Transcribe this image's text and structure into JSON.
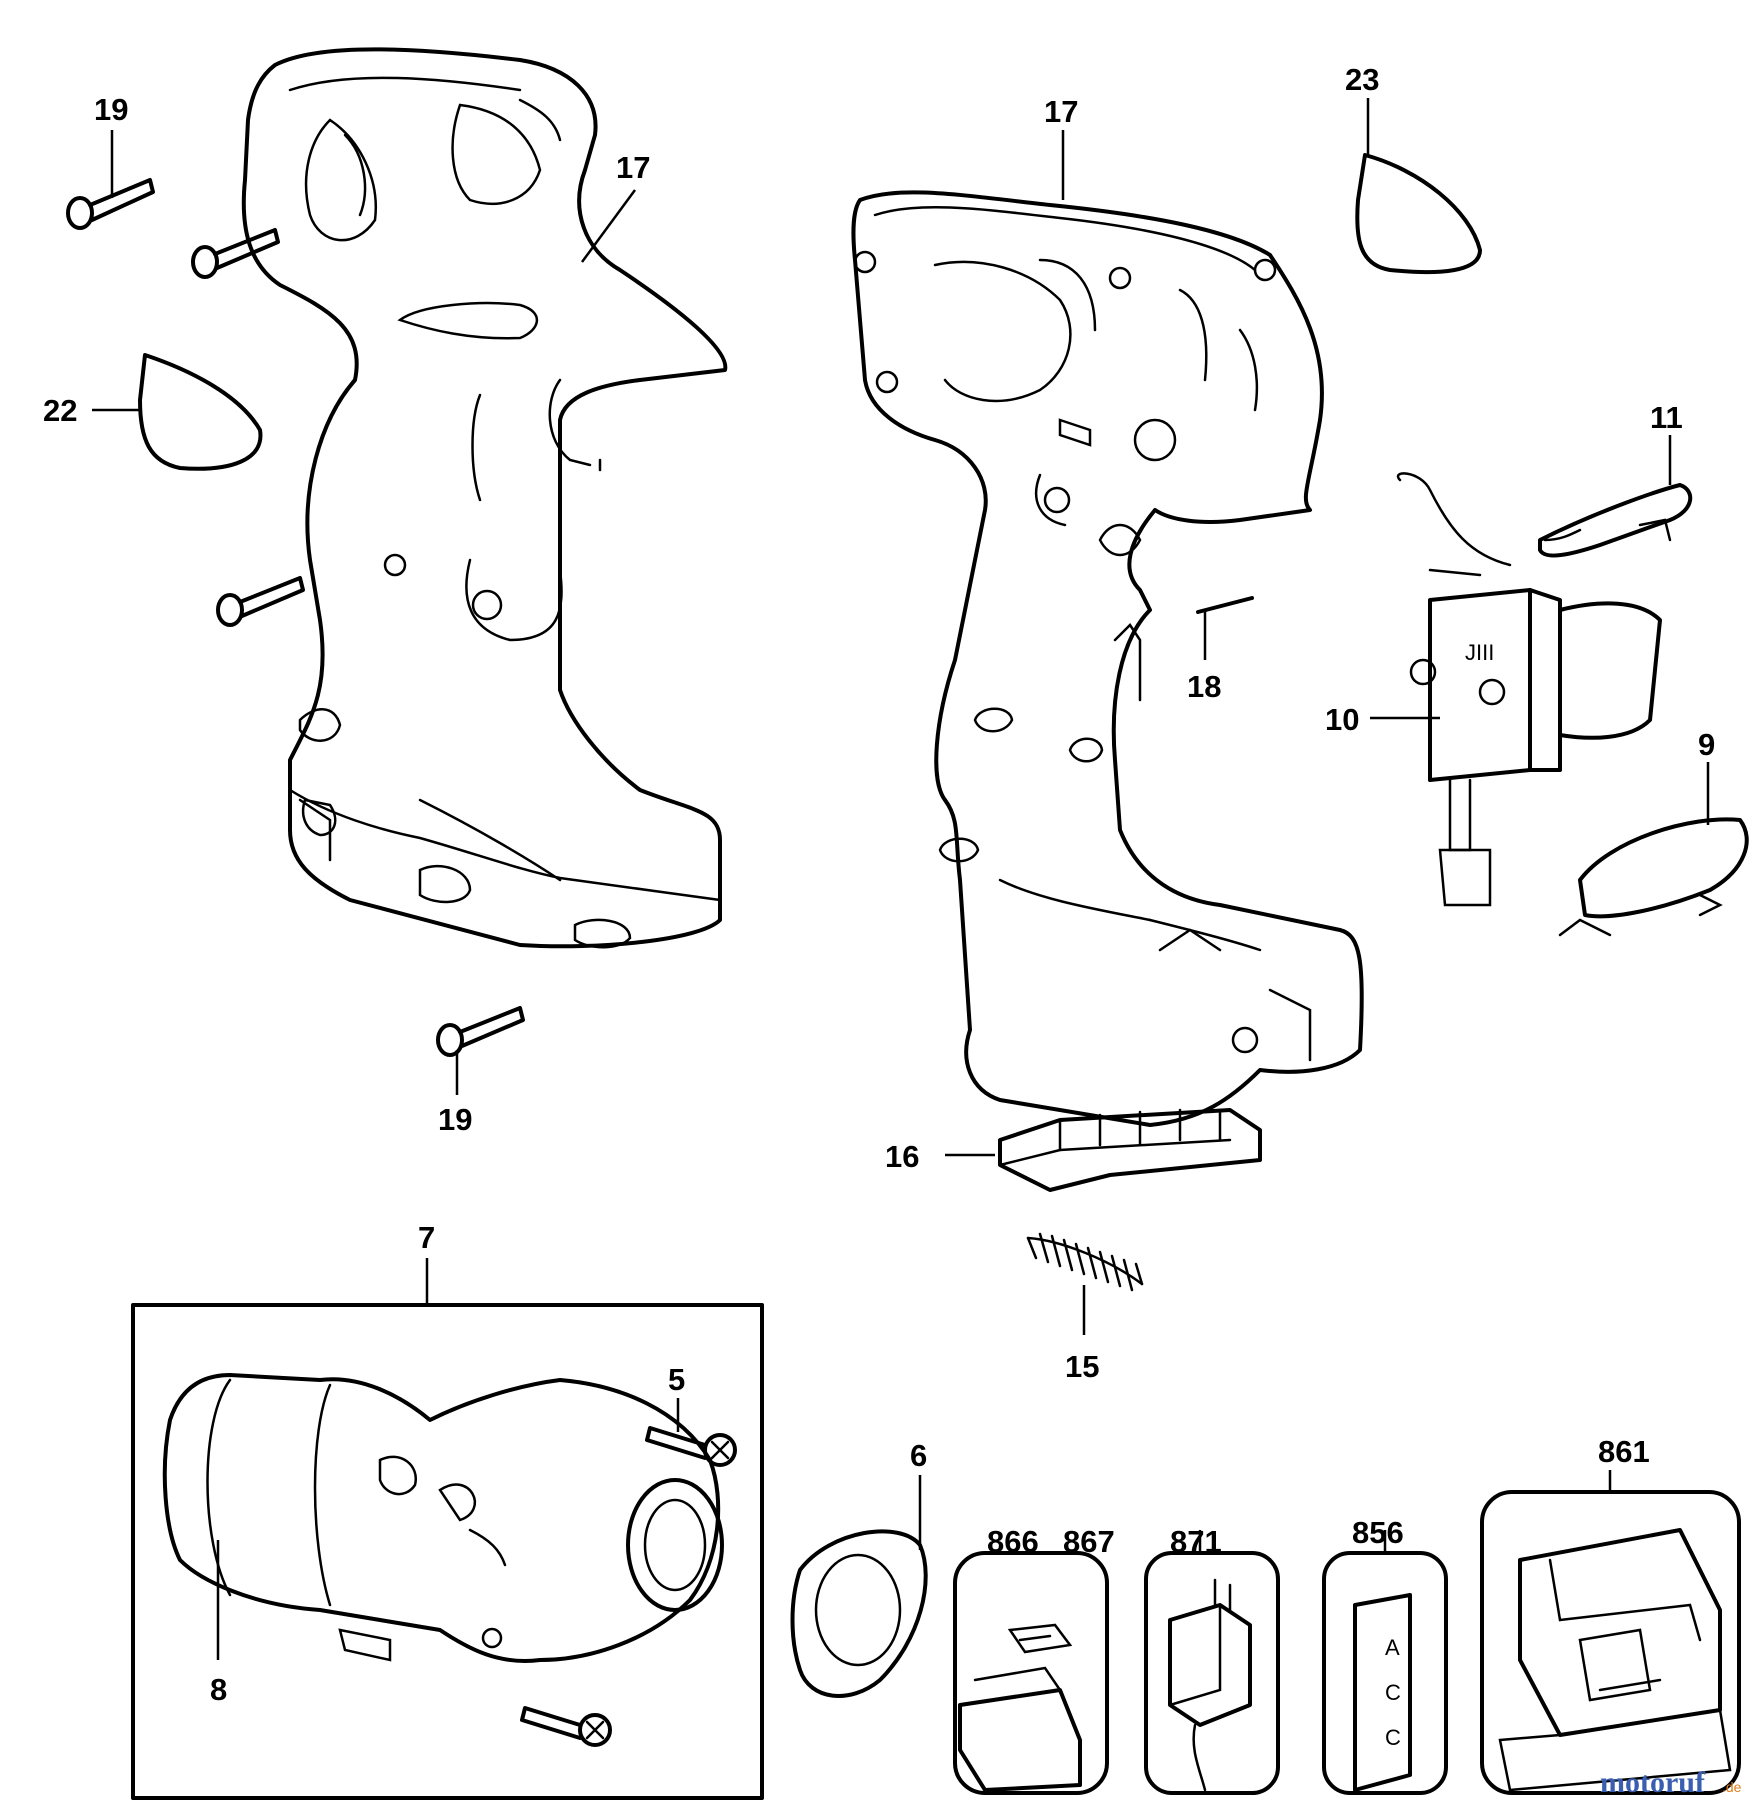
{
  "diagram": {
    "callouts": [
      "19",
      "17",
      "22",
      "17",
      "23",
      "11",
      "10",
      "18",
      "9",
      "19",
      "16",
      "7",
      "5",
      "8",
      "15",
      "6",
      "866",
      "867",
      "871",
      "856",
      "861"
    ],
    "vent_text": "JIII",
    "label_text": [
      "A",
      "C",
      "C"
    ],
    "watermark": {
      "main": "motoruf",
      "suffix": ".de"
    },
    "colors": {
      "watermark_blue": "#3a5fb0",
      "watermark_orange": "#e08020",
      "line": "#000000"
    }
  }
}
